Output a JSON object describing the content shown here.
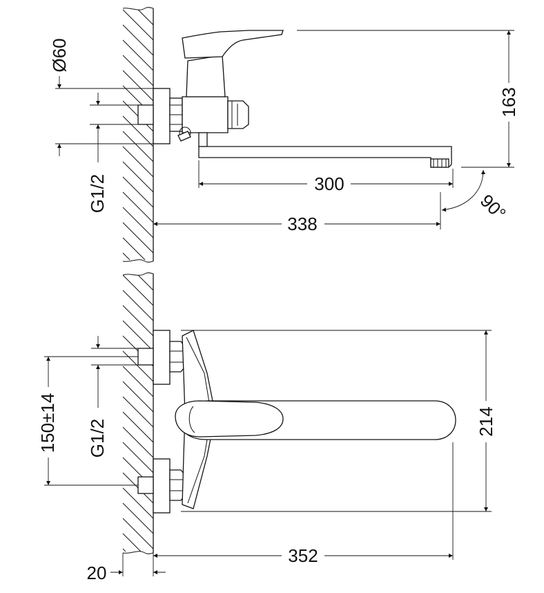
{
  "dimensions": {
    "top_view": {
      "diameter": "Ø60",
      "thread": "G1/2",
      "height": "163",
      "spout_length": "300",
      "overall_depth": "338",
      "swivel_angle": "90°"
    },
    "front_view": {
      "thread": "G1/2",
      "center_distance": "150±14",
      "height": "214",
      "overall_depth": "352",
      "wall_offset": "20"
    }
  }
}
